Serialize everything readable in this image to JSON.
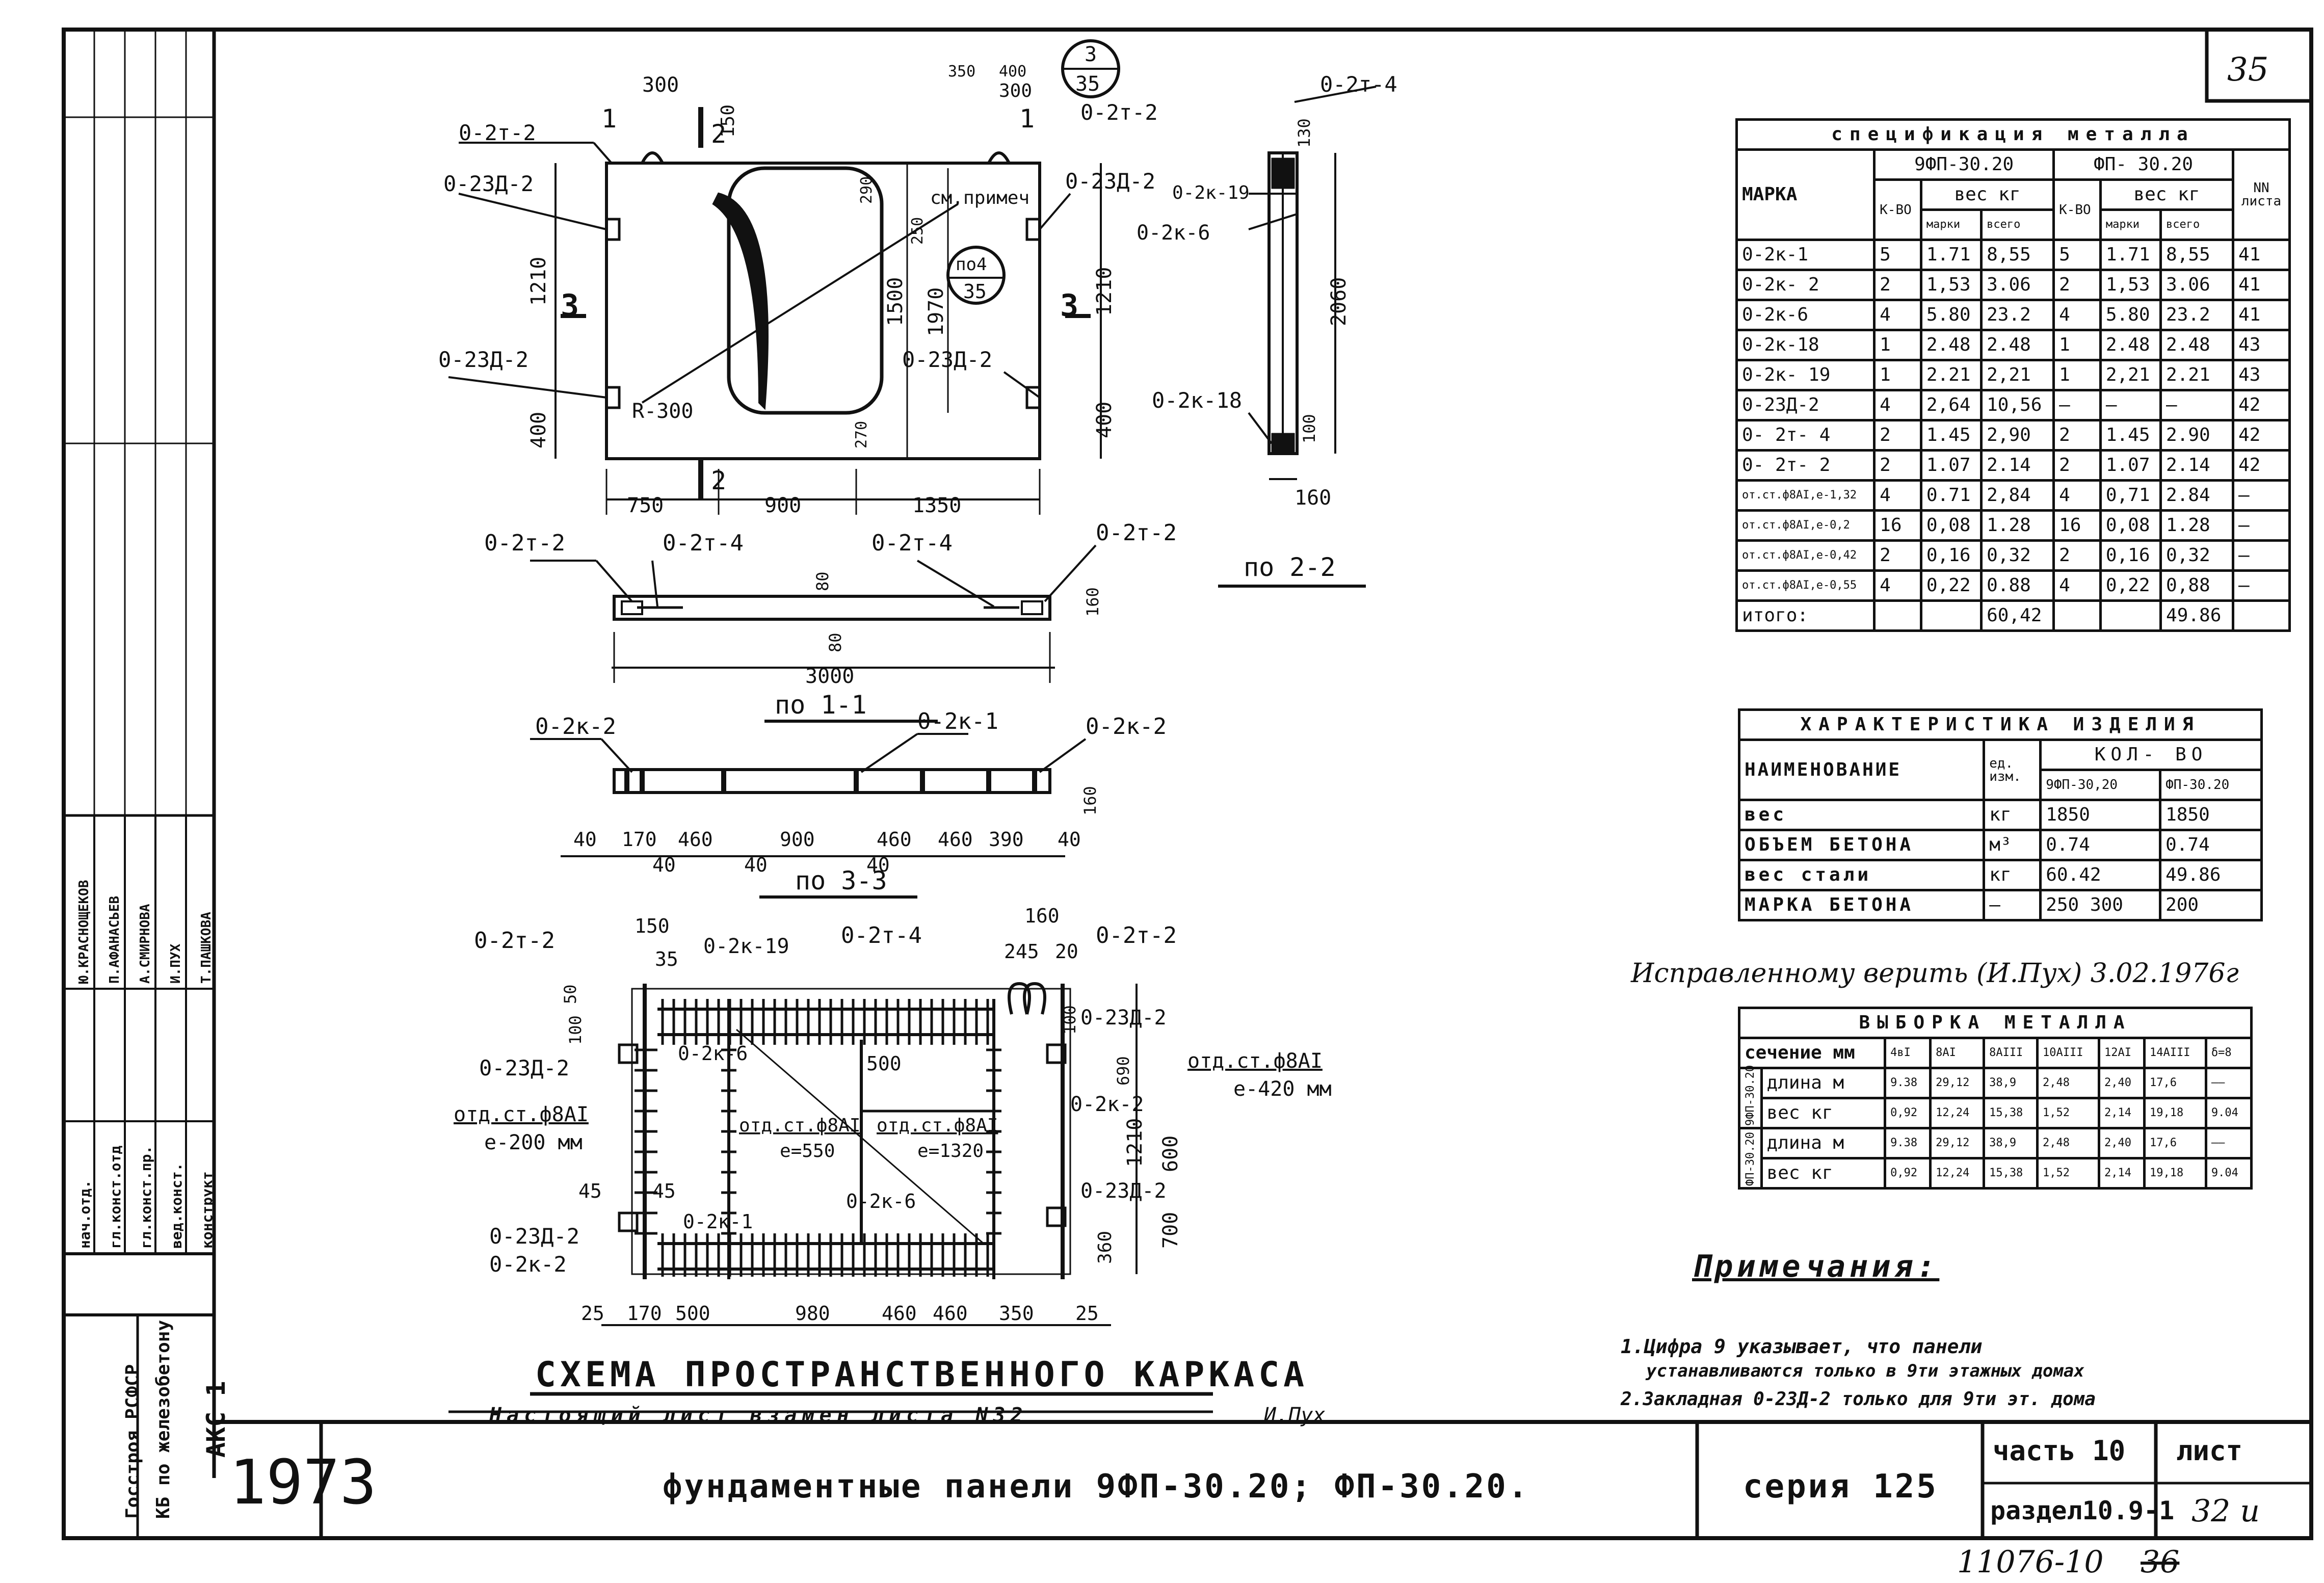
{
  "sheet_number_top": "35",
  "spec_table": {
    "title": "спецификация металла",
    "col_marka": "МАРКА",
    "group1": "9ФП-30.20",
    "group2": "ФП- 30.20",
    "col_kvo": "К-ВО",
    "col_ves": "вес кг",
    "col_marki": "марки",
    "col_vsego": "всего",
    "col_list": "NN листа",
    "rows": [
      [
        "0-2к-1",
        "5",
        "1.71",
        "8,55",
        "5",
        "1.71",
        "8,55",
        "41"
      ],
      [
        "0-2к- 2",
        "2",
        "1,53",
        "3.06",
        "2",
        "1,53",
        "3.06",
        "41"
      ],
      [
        "0-2к-6",
        "4",
        "5.80",
        "23.2",
        "4",
        "5.80",
        "23.2",
        "41"
      ],
      [
        "0-2к-18",
        "1",
        "2.48",
        "2.48",
        "1",
        "2.48",
        "2.48",
        "43"
      ],
      [
        "0-2к- 19",
        "1",
        "2.21",
        "2,21",
        "1",
        "2,21",
        "2.21",
        "43"
      ],
      [
        "0-2ЗД-2",
        "4",
        "2,64",
        "10,56",
        "—",
        "—",
        "—",
        "42"
      ],
      [
        "0- 2т- 4",
        "2",
        "1.45",
        "2,90",
        "2",
        "1.45",
        "2.90",
        "42"
      ],
      [
        "0- 2т- 2",
        "2",
        "1.07",
        "2.14",
        "2",
        "1.07",
        "2.14",
        "42"
      ],
      [
        "от.ст.ф8АI,e-1,32",
        "4",
        "0.71",
        "2,84",
        "4",
        "0,71",
        "2.84",
        "—"
      ],
      [
        "от.ст.ф8АI,e-0,2",
        "16",
        "0,08",
        "1.28",
        "16",
        "0,08",
        "1.28",
        "—"
      ],
      [
        "от.ст.ф8АI,e-0,42",
        "2",
        "0,16",
        "0,32",
        "2",
        "0,16",
        "0,32",
        "—"
      ],
      [
        "от.ст.ф8АI,e-0,55",
        "4",
        "0,22",
        "0.88",
        "4",
        "0,22",
        "0,88",
        "—"
      ],
      [
        "итого:",
        "",
        "",
        "60,42",
        "",
        "",
        "49.86",
        ""
      ]
    ]
  },
  "char_table": {
    "title": "ХАРАКТЕРИСТИКА ИЗДЕЛИЯ",
    "col_name": "НАИМЕНОВАНИЕ",
    "col_unit": "ед. изм.",
    "col_qty": "КОЛ- ВО",
    "sub1": "9ФП-30,20",
    "sub2": "ФП-30.20",
    "rows": [
      [
        "вес",
        "кг",
        "1850",
        "1850"
      ],
      [
        "ОБЪЕМ БЕТОНА",
        "м³",
        "0.74",
        "0.74"
      ],
      [
        "вес стали",
        "кг",
        "60.42",
        "49.86"
      ],
      [
        "МАРКА БЕТОНА",
        "—",
        "250 300",
        "200"
      ]
    ]
  },
  "correction_note": "Исправленному верить (И.Пух) 3.02.1976г",
  "sel_table": {
    "title": "ВЫБОРКА МЕТАЛЛА",
    "col_section": "сечение мм",
    "cols": [
      "4вI",
      "8АI",
      "8АIII",
      "10АIII",
      "12АI",
      "14АIII",
      "δ=8"
    ],
    "group1": "9ФП-30.20",
    "group2": "ФП-30.20",
    "rows1": [
      [
        "длина м",
        "9.38",
        "29,12",
        "38,9",
        "2,48",
        "2,40",
        "17,6",
        "——"
      ],
      [
        "вес кг",
        "0,92",
        "12,24",
        "15,38",
        "1,52",
        "2,14",
        "19,18",
        "9.04"
      ]
    ],
    "rows2": [
      [
        "длина м",
        "9.38",
        "29,12",
        "38,9",
        "2,48",
        "2,40",
        "17,6",
        "——"
      ],
      [
        "вес кг",
        "0,92",
        "12,24",
        "15,38",
        "1,52",
        "2,14",
        "19,18",
        "9.04"
      ]
    ]
  },
  "notes": {
    "title": "Примечания:",
    "lines": [
      "1.Цифра 9 указывает, что панели",
      "устанавливаются только в 9ти этажных домах",
      "2.Закладная 0-2ЗД-2 только для 9ти эт. дома"
    ]
  },
  "scheme_title": "СХЕМА ПРОСТРАНСТВЕННОГО КАРКАСА",
  "replace_note": "Настоящий лист взамен листа N32",
  "replace_sign": "И.Пух",
  "view_labels": {
    "s11": "по 1-1",
    "s22": "по 2-2",
    "s33": "по 3-3"
  },
  "title_block": {
    "org1": "КБ по железобетону",
    "org2": "Госстроя РСФСР",
    "code": "АКС 1",
    "year": "1973",
    "title": "фундаментные панели 9ФП-30.20; ФП-30.20.",
    "series": "серия 125",
    "part": "часть 10",
    "section": "раздел10.9-1",
    "sheet_label": "лист",
    "sheet": "32 и",
    "bottom_code": "11076-10",
    "bottom_num": "36"
  },
  "signatures": {
    "roles": [
      "нач.отд.",
      "гл.конст.отд",
      "гл.конст.пр.",
      "вед.конст.",
      "конструкт"
    ],
    "names": [
      "Ю.КРАСНОЩЕКОВ",
      "П.АФАНАСЬЕВ",
      "А.СМИРНОВА",
      "И.ПУХ",
      "Т.ПАШКОВА"
    ]
  },
  "drawing_labels": {
    "t2": "0-2т-2",
    "t4": "0-2т-4",
    "zd2": "0-2ЗД-2",
    "k1": "0-2к-1",
    "k2": "0-2к-2",
    "k6": "0-2к-6",
    "k18": "0-2к-18",
    "k19": "0-2к-19",
    "see_note": "см.примеч",
    "detail_ref1": "3",
    "detail_ref1b": "35",
    "detail_ref2": "по4",
    "detail_ref2b": "35",
    "r300": "R-300",
    "rebar1": "отд.ст.ф8АI",
    "rebar1_len": "e-420 мм",
    "rebar2": "отд.ст.ф8АI",
    "rebar2_len": "e-200 мм",
    "rebar3": "отд.ст.ф8АI",
    "rebar3_len": "e=550",
    "rebar4": "отд.ст.ф8АI",
    "rebar4_len": "e=1320",
    "dims_front_bottom": [
      "750",
      "900",
      "1350"
    ],
    "dims_front_left": [
      "1210",
      "400"
    ],
    "dims_front_right": [
      "1210",
      "400"
    ],
    "dims_front_inner": [
      "1500",
      "1970",
      "290",
      "250",
      "270"
    ],
    "dims_front_top": [
      "300",
      "150",
      "350",
      "400",
      "300"
    ],
    "dims_side": [
      "2060",
      "160",
      "130",
      "100"
    ],
    "dims_11": [
      "3000",
      "80",
      "80",
      "160"
    ],
    "dims_33": [
      "40",
      "170",
      "460",
      "900",
      "460",
      "460",
      "390",
      "40",
      "40",
      "40",
      "40",
      "160"
    ],
    "dims_scheme_bottom": [
      "25",
      "170",
      "500",
      "980",
      "460",
      "460",
      "350",
      "25"
    ],
    "dims_scheme_right": [
      "1210",
      "600",
      "700",
      "360",
      "690",
      "100"
    ],
    "dims_scheme_top": [
      "150",
      "35",
      "160",
      "245",
      "20",
      "50",
      "100",
      "45",
      "45",
      "500"
    ],
    "section_marks": [
      "1",
      "2",
      "3",
      "3",
      "2",
      "1"
    ]
  }
}
